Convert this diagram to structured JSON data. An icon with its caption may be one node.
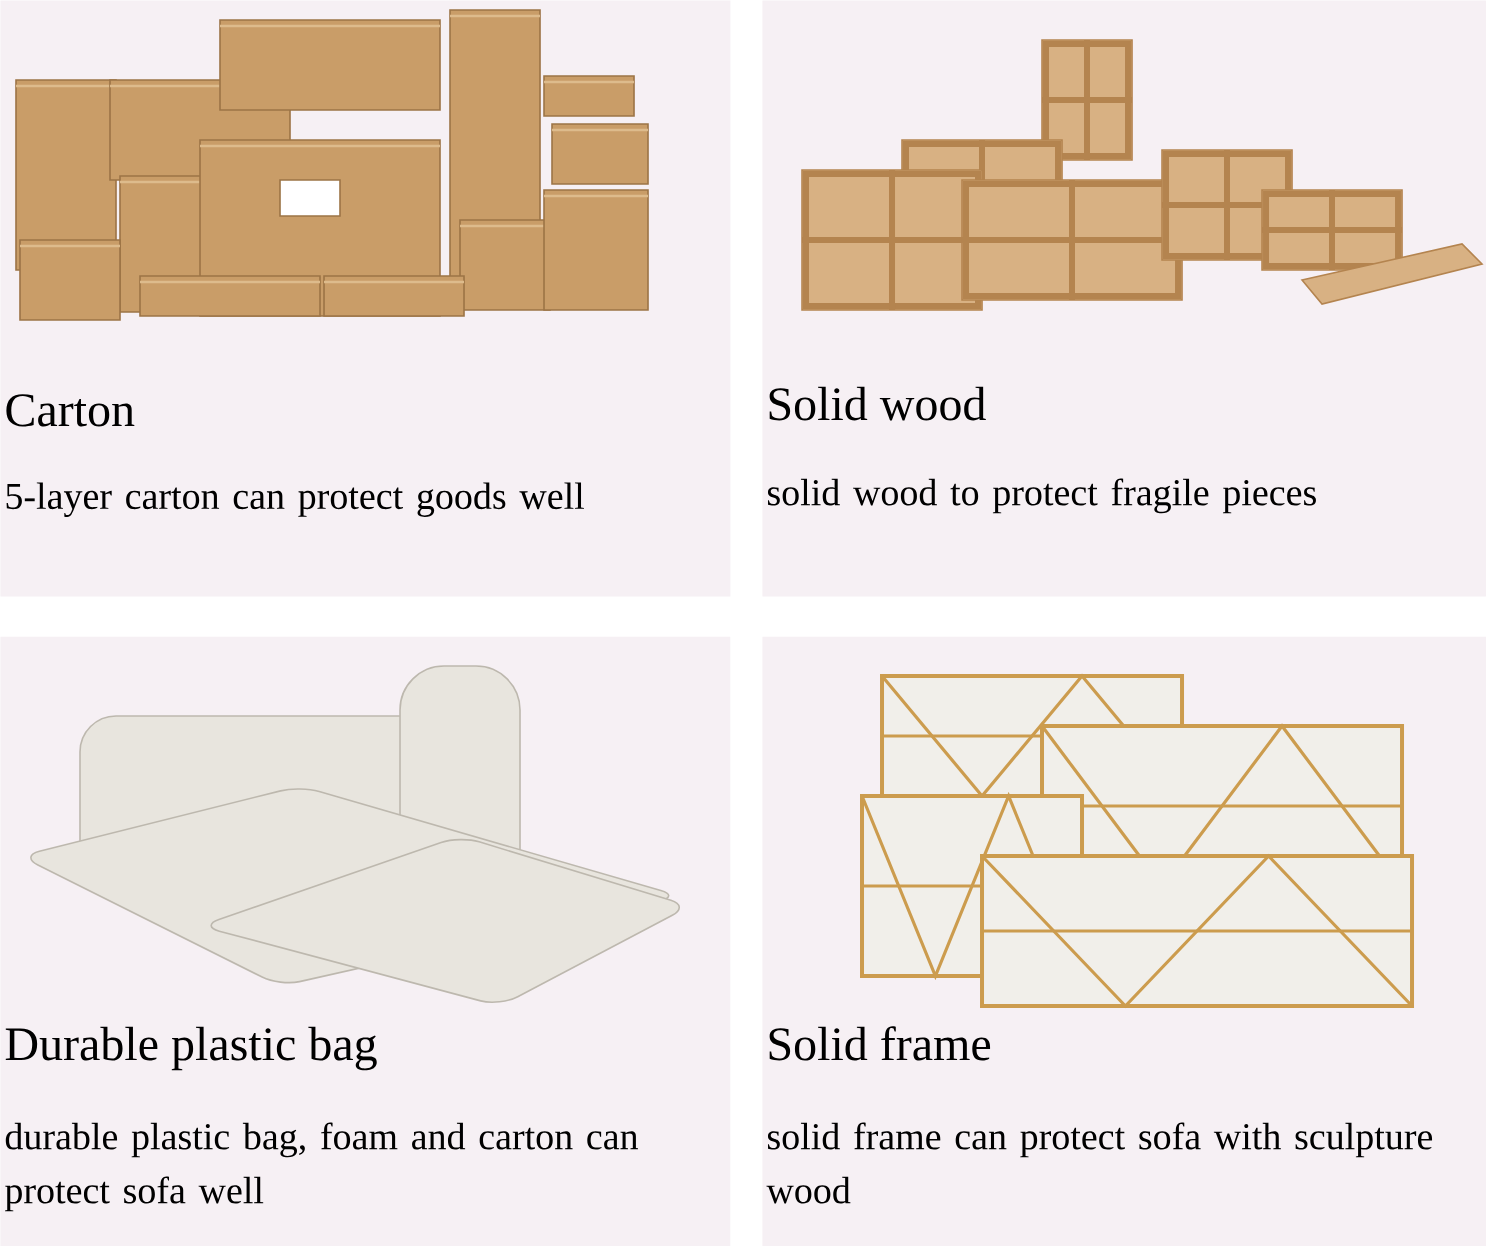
{
  "diagram": {
    "nodes": [
      {
        "text": [
          "Carton",
          "5-layer carton can protect goods well"
        ]
      },
      {
        "text": [
          "Solid wood",
          "solid wood to protect fragile pieces"
        ]
      },
      {
        "text": [
          "Durable plastic bag",
          "durable plastic bag, foam and carton can protect sofa well"
        ]
      },
      {
        "text": [
          "Solid frame",
          "solid frame can protect sofa with sculpture wood"
        ]
      }
    ]
  }
}
